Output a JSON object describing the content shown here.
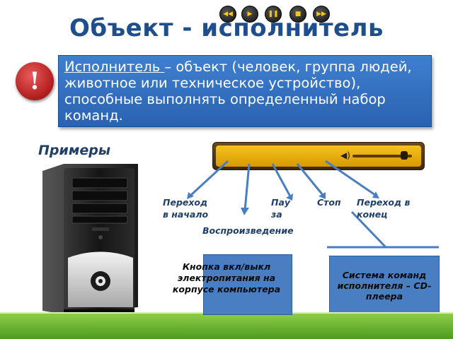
{
  "slide": {
    "title": "Объект - исполнитель",
    "definition": {
      "term": "Исполнитель ",
      "text": "– объект (человек, группа людей, животное или техническое устройство), способные выполнять определенный набор команд."
    },
    "exclamation": "!",
    "examples_label": "Примеры"
  },
  "player": {
    "buttons": [
      {
        "name": "rewind",
        "glyph": "◀◀"
      },
      {
        "name": "play",
        "glyph": "▶"
      },
      {
        "name": "pause",
        "glyph": "❚❚"
      },
      {
        "name": "stop",
        "glyph": "■"
      },
      {
        "name": "forward",
        "glyph": "▶▶"
      }
    ],
    "volume_glyph": "◀)"
  },
  "labels": {
    "to_start": "Переход в начало",
    "play": "Воспроизведение",
    "pause": "Пауза",
    "stop": "Стоп",
    "to_end": "Переход в конец"
  },
  "boxes": {
    "power_button": "Кнопка вкл/выкл электропитания на корпусе компьютера",
    "command_system": "Система команд исполнителя – CD-плеера"
  },
  "colors": {
    "title": "#1f4e8c",
    "definition_bg": "#3f7fd0",
    "box_bg": "#4a7ec2",
    "footer": "#6fb834"
  }
}
